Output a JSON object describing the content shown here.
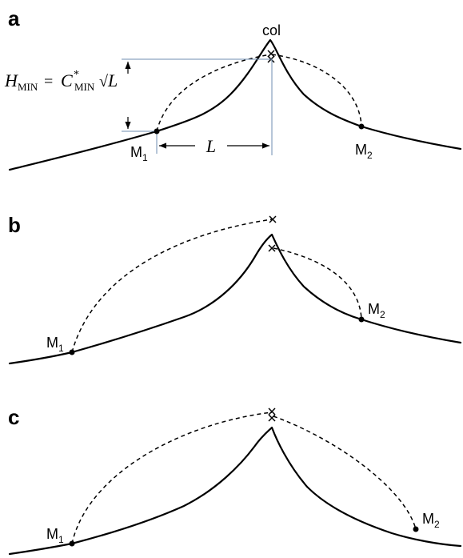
{
  "panels": {
    "a": {
      "label": "a"
    },
    "b": {
      "label": "b"
    },
    "c": {
      "label": "c"
    }
  },
  "labels": {
    "col": "col",
    "m": "M",
    "sub1": "1",
    "sub2": "2",
    "length": "L"
  },
  "formula": {
    "h": "H",
    "h_sub": "MIN",
    "equals": "=",
    "c": "C",
    "c_sup": "*",
    "c_sub": "MIN",
    "sqrt": "√",
    "l": "L"
  }
}
